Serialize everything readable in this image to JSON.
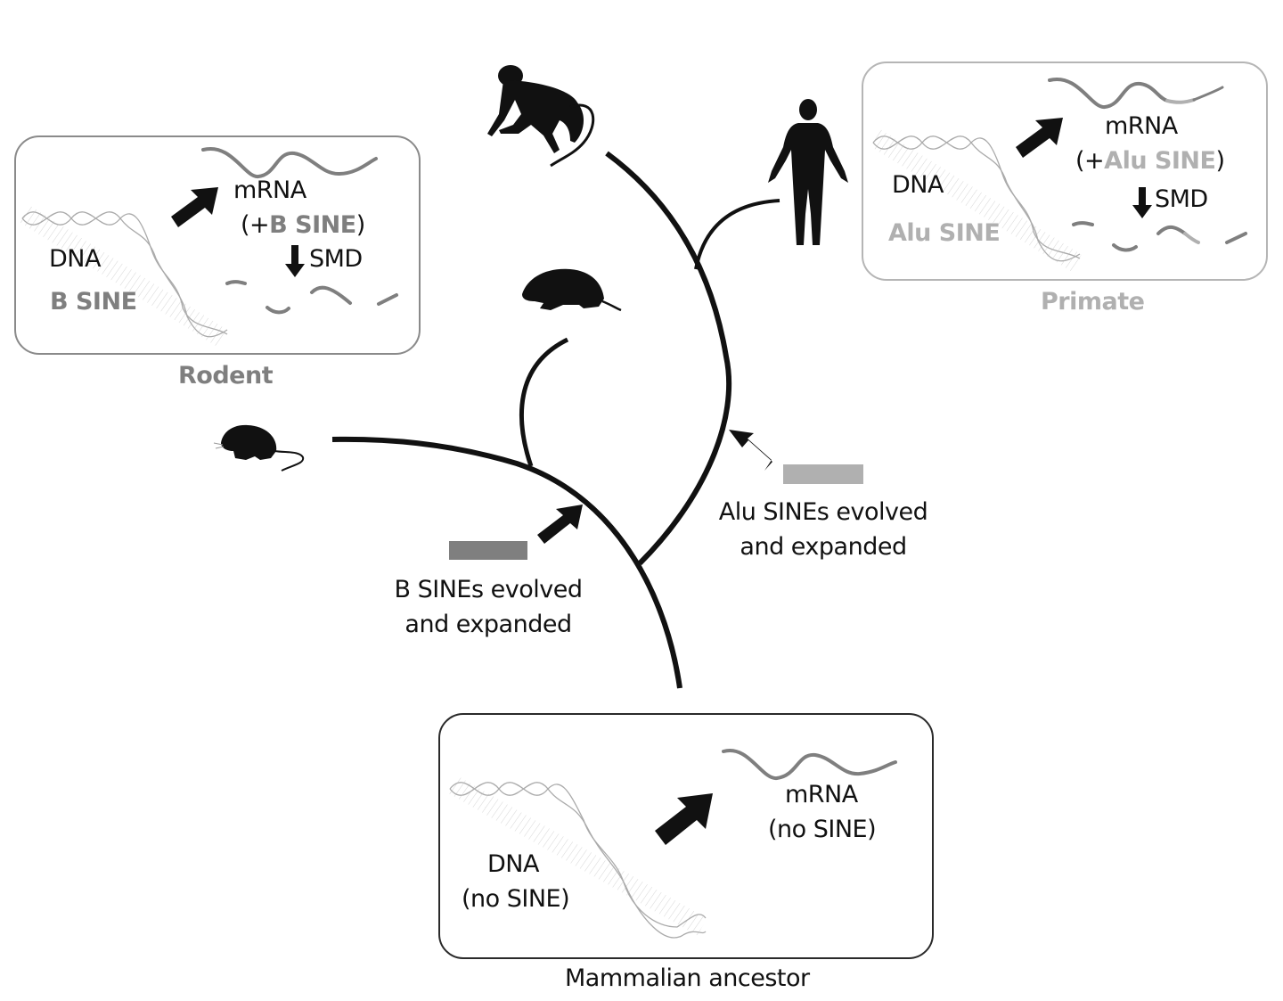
{
  "colors": {
    "b_sine": "#7f7f7f",
    "alu_sine": "#b0b0b0",
    "ink": "#111111",
    "rodent_box_border": "#8a8a8a",
    "primate_box_border": "#b5b5b5",
    "ancestor_box_border": "#2a2a2a"
  },
  "panels": {
    "rodent": {
      "caption": "Rodent",
      "dna_label": "DNA",
      "sine_label": "B SINE",
      "mrna_label": "mRNA",
      "mrna_sub_prefix": "(+",
      "mrna_sub_sine": "B SINE",
      "mrna_sub_suffix": ")",
      "decay_label": "SMD"
    },
    "primate": {
      "caption": "Primate",
      "dna_label": "DNA",
      "sine_label": "Alu SINE",
      "mrna_label": "mRNA",
      "mrna_sub_prefix": "(+",
      "mrna_sub_sine": "Alu SINE",
      "mrna_sub_suffix": ")",
      "decay_label": "SMD"
    },
    "ancestor": {
      "caption": "Mammalian ancestor",
      "dna_label": "DNA",
      "dna_sub": "(no SINE)",
      "mrna_label": "mRNA",
      "mrna_sub": "(no SINE)"
    }
  },
  "events": {
    "b_sine": {
      "line1": "B SINEs evolved",
      "line2": "and expanded"
    },
    "alu_sine": {
      "line1": "Alu SINEs evolved",
      "line2": "and expanded"
    }
  },
  "organisms": [
    "monkey-icon",
    "human-icon",
    "rat-icon",
    "mouse-icon"
  ]
}
